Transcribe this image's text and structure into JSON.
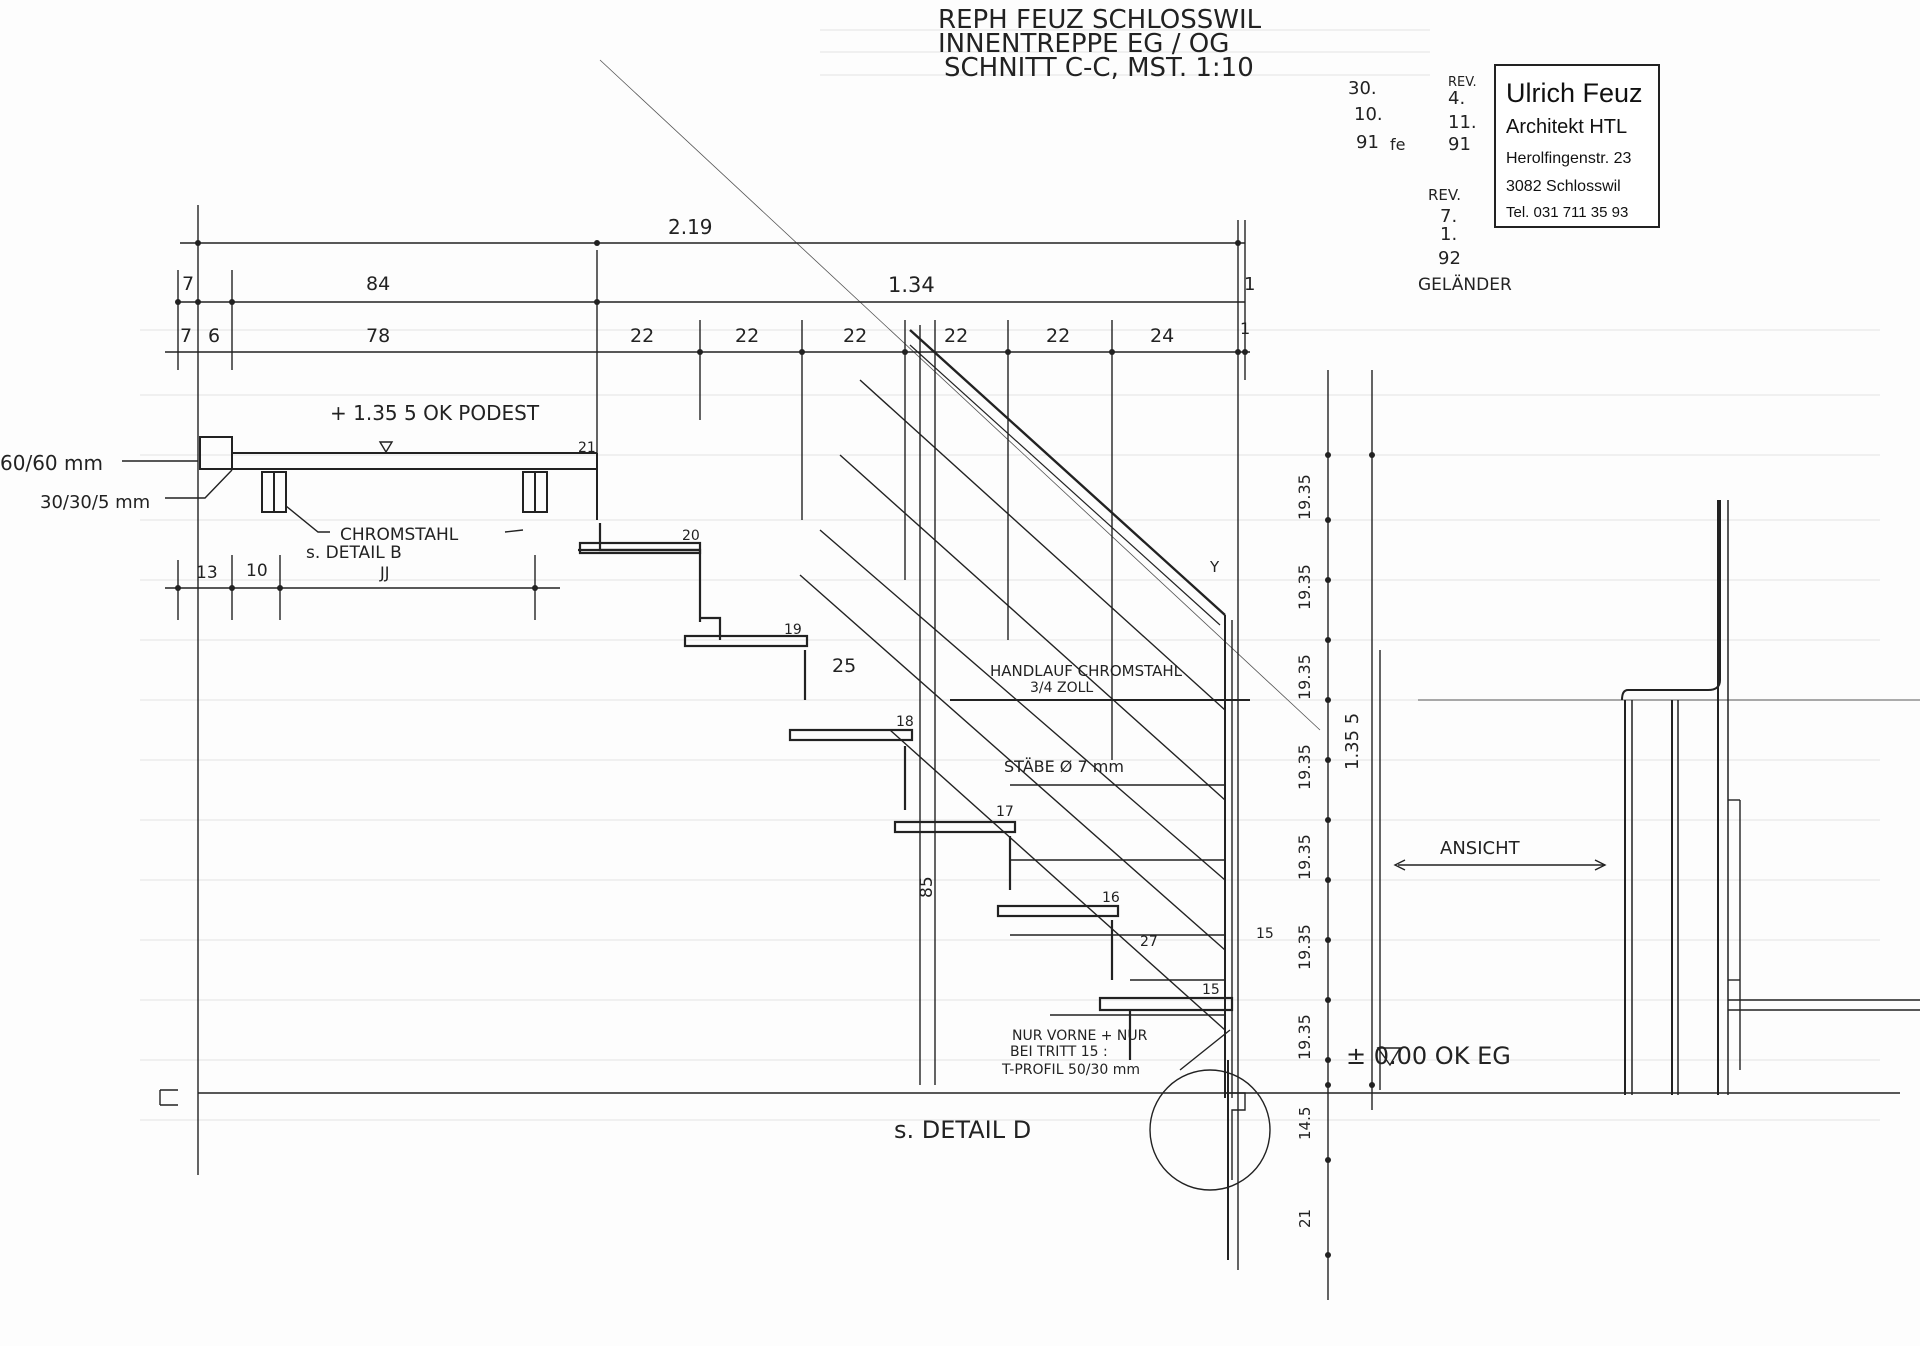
{
  "title_block": {
    "line1": "REPH FEUZ SCHLOSSWIL",
    "line2": "INNENTREPPE EG / OG",
    "line3": "SCHNITT C-C, MST. 1:10"
  },
  "stamp": {
    "name": "Ulrich Feuz",
    "title": "Architekt HTL",
    "street": "Herolfingenstr. 23",
    "city": "3082 Schlosswil",
    "phone": "Tel. 031 711 35 93"
  },
  "dates": {
    "d1_day": "30.",
    "d1_month": "10.",
    "d1_year": "91",
    "d1_initials": "fe",
    "rev1_label": "REV.",
    "rev1_day": "4.",
    "rev1_month": "11.",
    "rev1_year": "91",
    "rev2_label": "REV.",
    "rev2_day": "7.",
    "rev2_month": "1.",
    "rev2_year": "92",
    "rev2_note": "GELÄNDER"
  },
  "dimensions": {
    "overall": "2.19",
    "row1": [
      "7",
      "84",
      "1.34",
      "1"
    ],
    "row2": [
      "7",
      "6",
      "78",
      "22",
      "22",
      "22",
      "22",
      "22",
      "24",
      "1"
    ],
    "lower_left": [
      "13",
      "10"
    ],
    "vertical_risers": [
      "19.35",
      "19.35",
      "19.35",
      "19.35",
      "19.35",
      "19.35",
      "19.35"
    ],
    "total_height": "1.35 5",
    "small_vert": [
      "14.5",
      "21"
    ],
    "rail_height": "85",
    "y_mark": "Y"
  },
  "step_numbers": [
    "21",
    "20",
    "19",
    "18",
    "17",
    "16",
    "15"
  ],
  "labels": {
    "podest": "+ 1.35 5 OK PODEST",
    "post": "60/60 mm",
    "angle": "30/30/5 mm",
    "chromstahl": "CHROMSTAHL",
    "detail_b": "s. DETAIL B",
    "detail_b_init": "JJ",
    "tread_depth": "25",
    "handlauf": "HANDLAUF CHROMSTAHL",
    "handlauf_size": "3/4 ZOLL",
    "staebe": "STÄBE Ø 7 mm",
    "small_27": "27",
    "small_15": "15",
    "nur_vorne_1": "NUR VORNE + NUR",
    "nur_vorne_2": "BEI TRITT 15 :",
    "nur_vorne_3": "T-PROFIL 50/30 mm",
    "ok_eg": "± 0.00 OK EG",
    "detail_d": "s. DETAIL D",
    "ansicht": "ANSICHT"
  }
}
